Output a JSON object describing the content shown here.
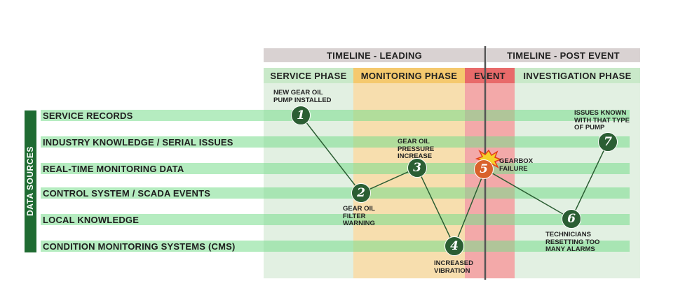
{
  "timeline": {
    "leading_label": "TIMELINE - LEADING",
    "post_event_label": "TIMELINE - POST EVENT"
  },
  "phases": {
    "service": "SERVICE PHASE",
    "monitoring": "MONITORING PHASE",
    "event": "EVENT",
    "investigation": "INVESTIGATION PHASE"
  },
  "sidebar_label": "DATA SOURCES",
  "rows": [
    "SERVICE RECORDS",
    "INDUSTRY KNOWLEDGE / SERIAL ISSUES",
    "REAL-TIME MONITORING DATA",
    "CONTROL SYSTEM / SCADA EVENTS",
    "LOCAL KNOWLEDGE",
    "CONDITION MONITORING SYSTEMS (CMS)"
  ],
  "nodes": [
    {
      "num": "1",
      "label": "NEW GEAR OIL\nPUMP INSTALLED"
    },
    {
      "num": "2",
      "label": "GEAR OIL\nFILTER\nWARNING"
    },
    {
      "num": "3",
      "label": "GEAR OIL\nPRESSURE\nINCREASE"
    },
    {
      "num": "4",
      "label": "INCREASED\nVIBRATION"
    },
    {
      "num": "5",
      "label": "GEARBOX\nFAILURE"
    },
    {
      "num": "6",
      "label": "TECHNICIANS\nRESETTING TOO\nMANY ALARMS"
    },
    {
      "num": "7",
      "label": "ISSUES KNOWN\nWITH THAT TYPE\nOF PUMP"
    }
  ],
  "colors": {
    "timeline_bar": "#d9d2d2",
    "service_phase": "#dcefdc",
    "monitoring_phase": "#f6dca8",
    "event_phase": "#f0a0a0",
    "event_header": "#e86a6a",
    "investigation_phase": "#dcefdc",
    "row_band": "#7edc90",
    "node": "#2b5e33",
    "event_node": "#d9622b",
    "sidebar": "#1f6b32",
    "divider": "#555555"
  }
}
